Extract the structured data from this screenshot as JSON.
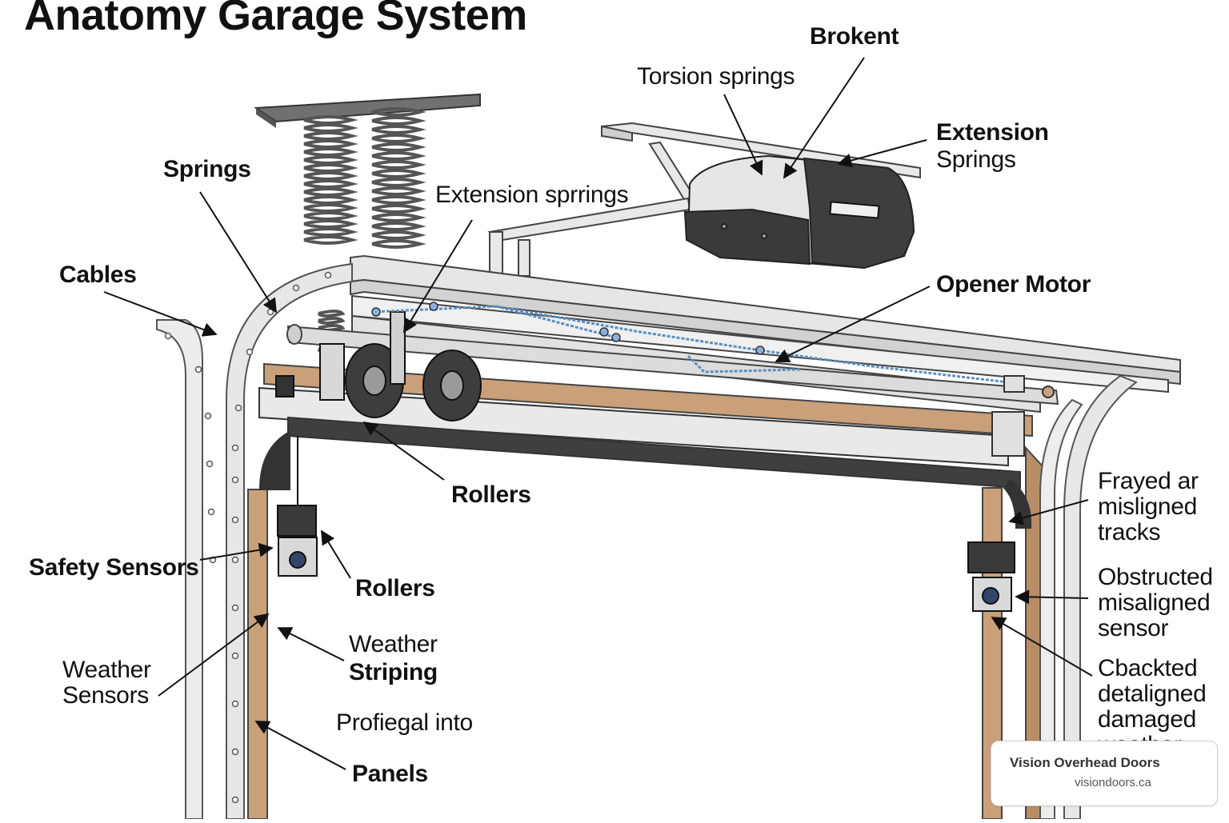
{
  "title": "Anatomy Garage System",
  "labels": {
    "broken": "Brokent",
    "torsion_springs": "Torsion springs",
    "extension_springs_right_line1": "Extension",
    "extension_springs_right_line2": "Springs",
    "springs": "Springs",
    "extension_sprrings": "Extension sprrings",
    "cables": "Cables",
    "opener_motor": "Opener Motor",
    "rollers_top": "Rollers",
    "frayed_tracks": "Frayed ar\nmisligned\ntracks",
    "safety_sensors": "Safety Sensors",
    "rollers_lower": "Rollers",
    "obstructed_sensor": "Obstructed\nmisaligned\nsensor",
    "weather_striping_line1": "Weather",
    "weather_striping_line2": "Striping",
    "weather_sensors": "Weather\nSensors",
    "cracked_weather": "Cbackted\ndetaligned\ndamaged\nweather",
    "profiegal_into": "Profiegal into",
    "panels": "Panels"
  },
  "watermark": {
    "name": "Vision Overhead Doors",
    "url": "visiondoors.ca"
  },
  "colors": {
    "track": "#e4e4e4",
    "wood": "#caa07a",
    "motor_dark": "#3a3a3a",
    "cable": "#5b8fc4"
  }
}
